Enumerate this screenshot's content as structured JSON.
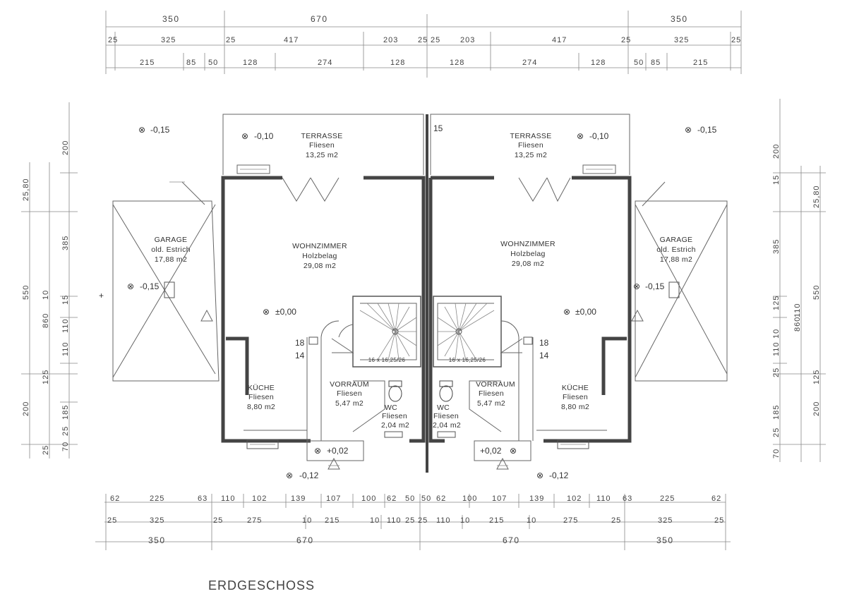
{
  "title": "ERDGESCHOSS",
  "top_dims": {
    "row1": [
      "350",
      "670",
      "350"
    ],
    "row2": [
      "25",
      "325",
      "25",
      "417",
      "203",
      "25",
      "25",
      "203",
      "417",
      "25",
      "325",
      "25"
    ],
    "row3": [
      "215",
      "85",
      "50",
      "128",
      "274",
      "128",
      "128",
      "274",
      "128",
      "50",
      "85",
      "215"
    ]
  },
  "bottom_dims": {
    "row1": [
      "62",
      "225",
      "63",
      "110",
      "102",
      "139",
      "107",
      "100",
      "62",
      "50",
      "50",
      "62",
      "100",
      "107",
      "139",
      "102",
      "110",
      "63",
      "225",
      "62"
    ],
    "row2": [
      "25",
      "325",
      "25",
      "275",
      "10",
      "215",
      "10",
      "110",
      "25",
      "25",
      "110",
      "10",
      "215",
      "10",
      "275",
      "25",
      "325",
      "25"
    ],
    "row3": [
      "350",
      "670",
      "670",
      "350"
    ]
  },
  "left_dims": {
    "outer": [
      "25,80",
      "550",
      "200"
    ],
    "inner": [
      "200",
      "385",
      "15",
      "110",
      "110",
      "185",
      "70",
      "25"
    ],
    "mid": [
      "860",
      "125",
      "10",
      "25"
    ]
  },
  "right_dims": {
    "outer": [
      "25,80",
      "550",
      "200"
    ],
    "inner": [
      "200",
      "385",
      "15",
      "110",
      "110",
      "185",
      "70",
      "25"
    ],
    "mid": [
      "860",
      "125",
      "10",
      "25"
    ]
  },
  "rooms": {
    "terrasse_l": {
      "name": "TERRASSE",
      "surface": "Fliesen",
      "area": "13,25 m2"
    },
    "terrasse_r": {
      "name": "TERRASSE",
      "surface": "Fliesen",
      "area": "13,25 m2"
    },
    "garage_l": {
      "name": "GARAGE",
      "surface": "old. Estrich",
      "area": "17,88 m2"
    },
    "garage_r": {
      "name": "GARAGE",
      "surface": "old. Estrich",
      "area": "17,88 m2"
    },
    "wohn_l": {
      "name": "WOHNZIMMER",
      "surface": "Holzbelag",
      "area": "29,08 m2"
    },
    "wohn_r": {
      "name": "WOHNZIMMER",
      "surface": "Holzbelag",
      "area": "29,08 m2"
    },
    "kueche_l": {
      "name": "KÜCHE",
      "surface": "Fliesen",
      "area": "8,80 m2"
    },
    "kueche_r": {
      "name": "KÜCHE",
      "surface": "Fliesen",
      "area": "8,80 m2"
    },
    "vorraum_l": {
      "name": "VORRAUM",
      "surface": "Fliesen",
      "area": "5,47 m2"
    },
    "vorraum_r": {
      "name": "VORRAUM",
      "surface": "Fliesen",
      "area": "5,47 m2"
    },
    "wc_l": {
      "name": "WC",
      "surface": "Fliesen",
      "area": "2,04 m2"
    },
    "wc_r": {
      "name": "WC",
      "surface": "Fliesen",
      "area": "2,04 m2"
    }
  },
  "levels": {
    "garden_l": "-0,15",
    "garden_r": "-0,15",
    "terr_l": "-0,10",
    "terr_r": "-0,10",
    "garage_l": "-0,15",
    "garage_r": "-0,15",
    "floor_l": "±0,00",
    "floor_r": "±0,00",
    "entry_l": "+0,02",
    "entry_r": "+0,02",
    "street_l": "-0,12",
    "street_r": "-0,12"
  },
  "stairs": {
    "label_l": "16 x 16,25/26",
    "label_r": "16 x 16,25/26",
    "mark_l_top": "18",
    "mark_l_bot": "14",
    "mark_r_top": "18",
    "mark_r_bot": "14"
  },
  "wall_thickness": "15"
}
